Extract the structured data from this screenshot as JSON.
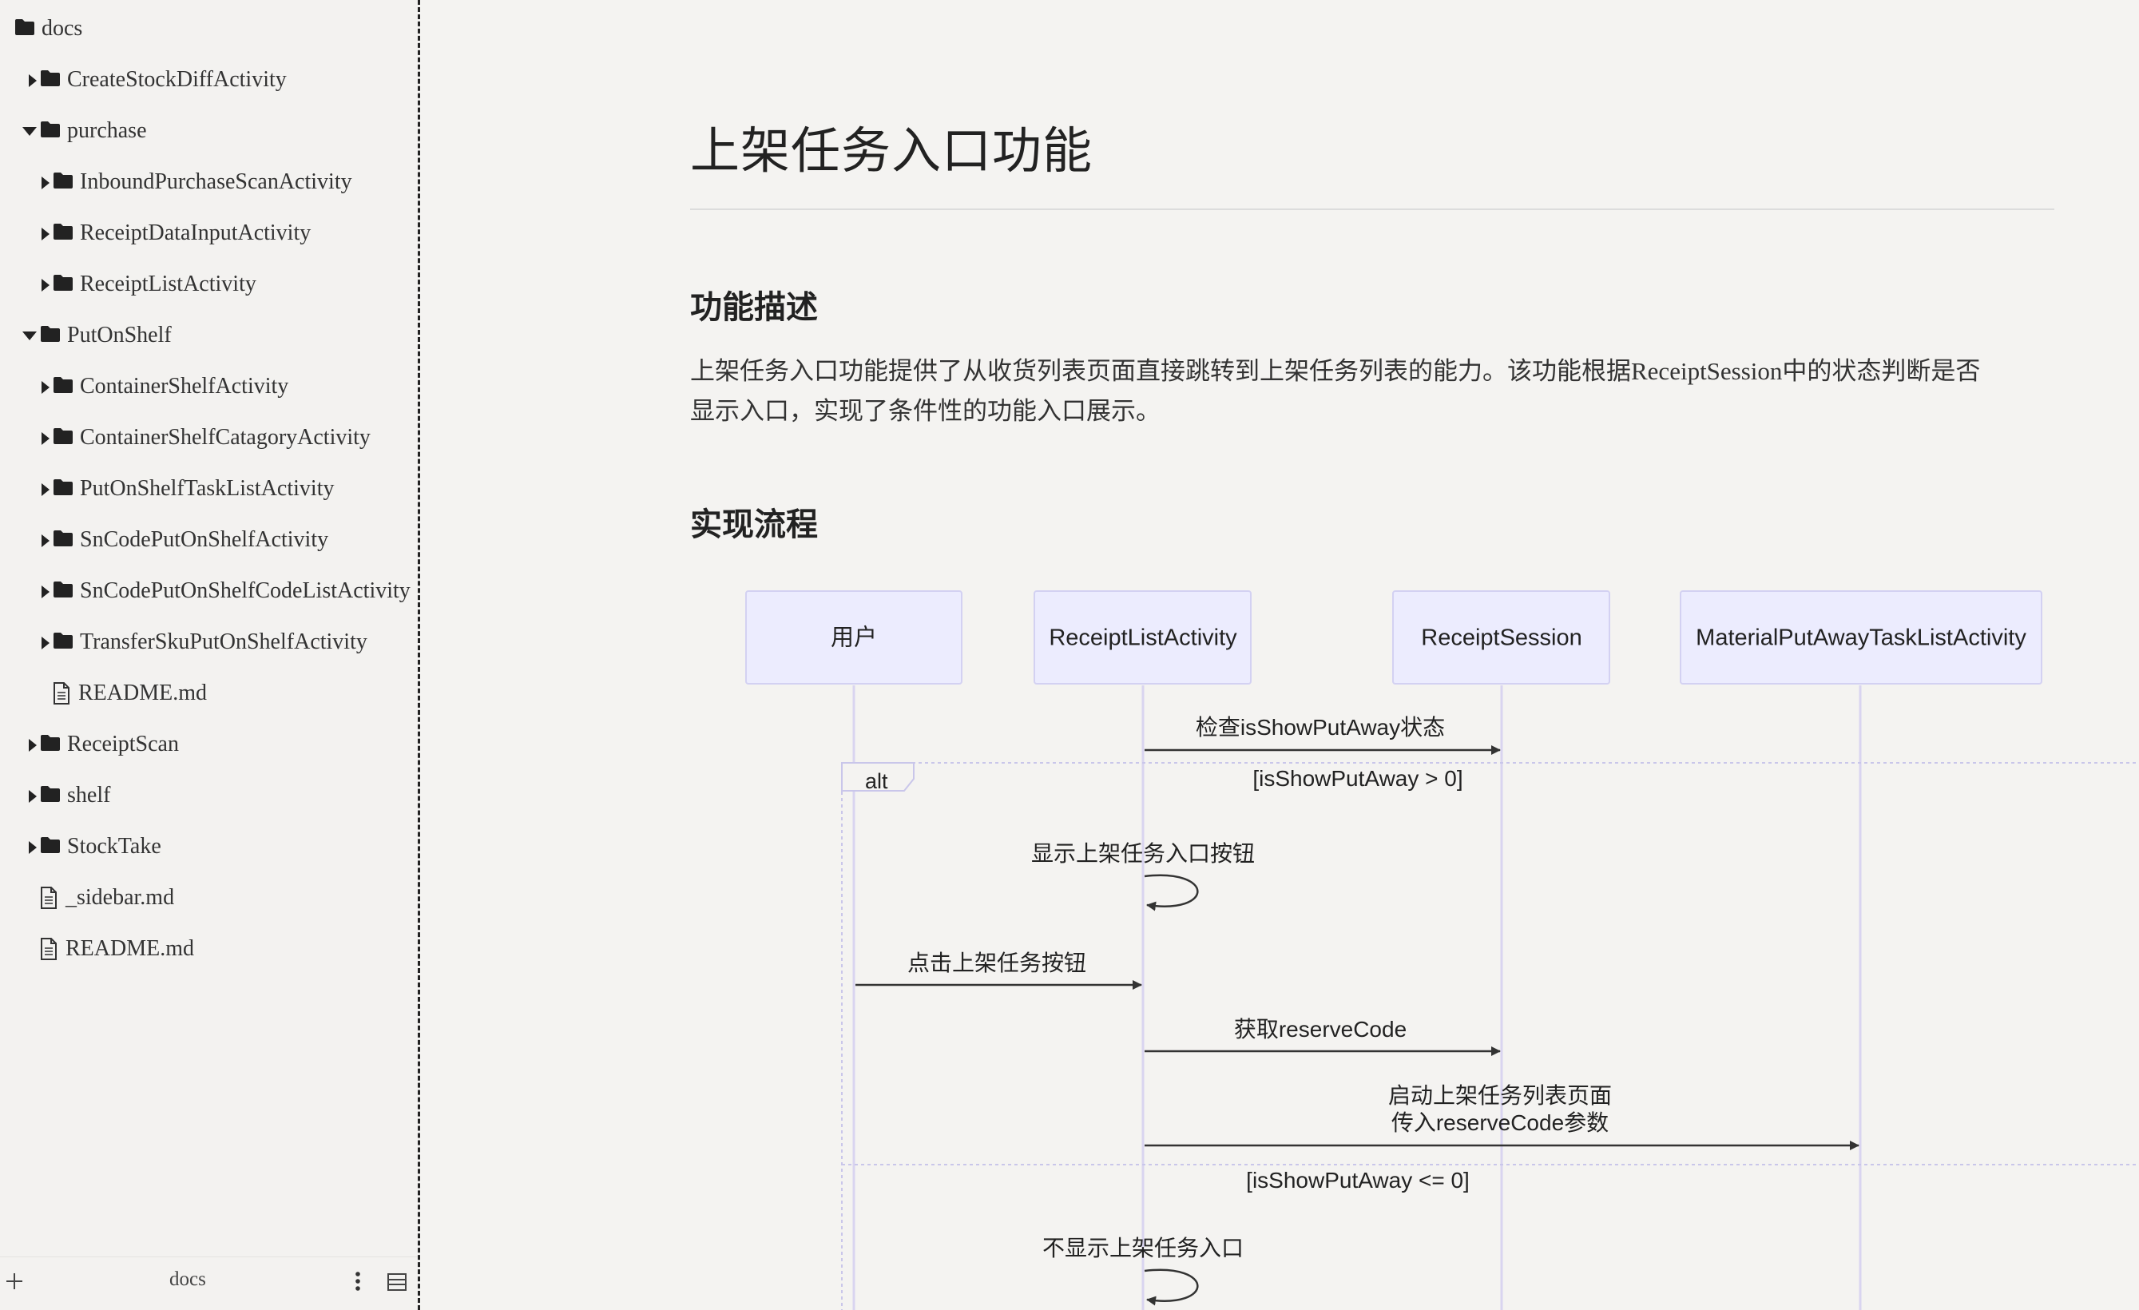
{
  "sidebar": {
    "items": [
      {
        "label": "docs",
        "kind": "folder",
        "arrow": "none",
        "depth": 0
      },
      {
        "label": "CreateStockDiffActivity",
        "kind": "folder",
        "arrow": "right",
        "depth": 1
      },
      {
        "label": "purchase",
        "kind": "folder",
        "arrow": "down",
        "depth": 1
      },
      {
        "label": "InboundPurchaseScanActivity",
        "kind": "folder",
        "arrow": "right",
        "depth": 2
      },
      {
        "label": "ReceiptDataInputActivity",
        "kind": "folder",
        "arrow": "right",
        "depth": 2
      },
      {
        "label": "ReceiptListActivity",
        "kind": "folder",
        "arrow": "right",
        "depth": 2
      },
      {
        "label": "PutOnShelf",
        "kind": "folder",
        "arrow": "down",
        "depth": 1
      },
      {
        "label": "ContainerShelfActivity",
        "kind": "folder",
        "arrow": "right",
        "depth": 2
      },
      {
        "label": "ContainerShelfCatagoryActivity",
        "kind": "folder",
        "arrow": "right",
        "depth": 2
      },
      {
        "label": "PutOnShelfTaskListActivity",
        "kind": "folder",
        "arrow": "right",
        "depth": 2
      },
      {
        "label": "SnCodePutOnShelfActivity",
        "kind": "folder",
        "arrow": "right",
        "depth": 2
      },
      {
        "label": "SnCodePutOnShelfCodeListActivity",
        "kind": "folder",
        "arrow": "right",
        "depth": 2
      },
      {
        "label": "TransferSkuPutOnShelfActivity",
        "kind": "folder",
        "arrow": "right",
        "depth": 2
      },
      {
        "label": "README.md",
        "kind": "file",
        "arrow": "none",
        "depth": 2
      },
      {
        "label": "ReceiptScan",
        "kind": "folder",
        "arrow": "right",
        "depth": 1
      },
      {
        "label": "shelf",
        "kind": "folder",
        "arrow": "right",
        "depth": 1
      },
      {
        "label": "StockTake",
        "kind": "folder",
        "arrow": "right",
        "depth": 1
      },
      {
        "label": "_sidebar.md",
        "kind": "file",
        "arrow": "none",
        "depth": 1
      },
      {
        "label": "README.md",
        "kind": "file",
        "arrow": "none",
        "depth": 1
      }
    ],
    "footer": {
      "label": "docs",
      "add_icon": "plus-icon",
      "more_icon": "more-vertical-icon",
      "outline_icon": "outline-icon"
    }
  },
  "document": {
    "title": "上架任务入口功能",
    "section1": "功能描述",
    "paragraph_line1": "上架任务入口功能提供了从收货列表页面直接跳转到上架任务列表的能力。该功能根据ReceiptSession中的状态判断是否",
    "paragraph_line2": "显示入口，实现了条件性的功能入口展示。",
    "section2": "实现流程"
  },
  "diagram": {
    "participants": [
      "用户",
      "ReceiptListActivity",
      "ReceiptSession",
      "MaterialPutAwayTaskListActivity"
    ],
    "alt_label": "alt",
    "condition1": "[isShowPutAway > 0]",
    "condition2": "[isShowPutAway <= 0]",
    "messages": [
      {
        "text": "检查isShowPutAway状态",
        "from": "ReceiptListActivity",
        "to": "ReceiptSession"
      },
      {
        "text": "显示上架任务入口按钮",
        "from": "ReceiptListActivity",
        "to": "ReceiptListActivity"
      },
      {
        "text": "点击上架任务按钮",
        "from": "用户",
        "to": "ReceiptListActivity"
      },
      {
        "text": "获取reserveCode",
        "from": "ReceiptListActivity",
        "to": "ReceiptSession"
      },
      {
        "text": "启动上架任务列表页面",
        "text2": "传入reserveCode参数",
        "from": "ReceiptListActivity",
        "to": "MaterialPutAwayTaskListActivity"
      },
      {
        "text": "不显示上架任务入口",
        "from": "ReceiptListActivity",
        "to": "ReceiptListActivity"
      }
    ],
    "colors": {
      "actor_fill": "#ececfe",
      "actor_stroke": "#d3d1f2",
      "lifeline": "#d9d4f0",
      "arrow": "#333333",
      "alt_border": "#c9c6ea"
    }
  }
}
